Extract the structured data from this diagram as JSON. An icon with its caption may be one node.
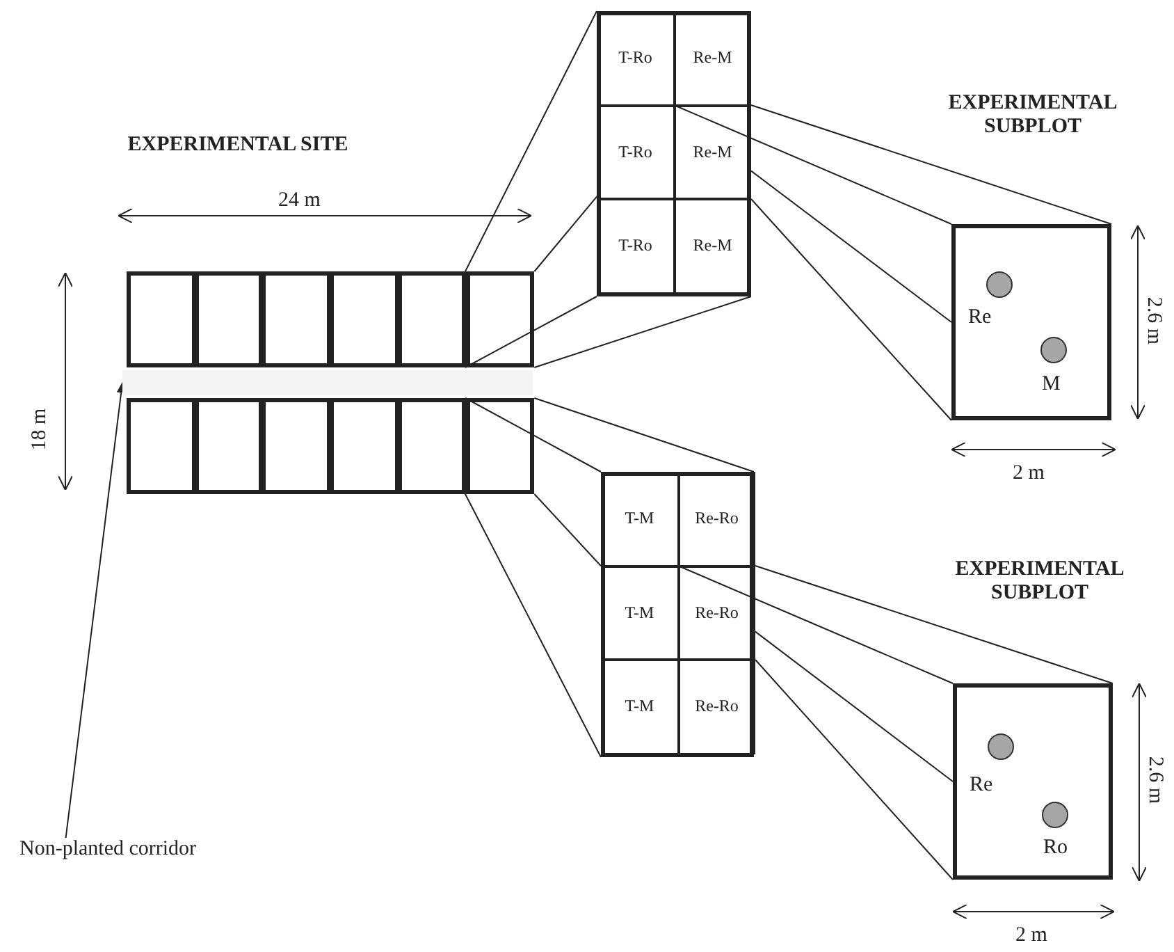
{
  "diagram": {
    "nodes": [
      {
        "text": [],
        "shape": "box"
      },
      {
        "text": [],
        "shape": "box"
      },
      {
        "text": [],
        "shape": "box"
      },
      {
        "text": [],
        "shape": "box"
      },
      {
        "text": [],
        "shape": "box"
      },
      {
        "text": [],
        "shape": "box"
      },
      {
        "text": [],
        "shape": "box"
      },
      {
        "text": [],
        "shape": "box"
      },
      {
        "text": [],
        "shape": "box"
      },
      {
        "text": [],
        "shape": "box"
      },
      {
        "text": [],
        "shape": "box"
      },
      {
        "text": [],
        "shape": "box"
      },
      {
        "text": [],
        "shape": "box"
      },
      {
        "text": [
          "T-Ro"
        ],
        "in": 12
      },
      {
        "text": [
          "Re-M"
        ],
        "in": 12
      },
      {
        "text": [
          "T-Ro"
        ],
        "in": 12
      },
      {
        "text": [
          "Re-M"
        ],
        "in": 12
      },
      {
        "text": [
          "T-Ro"
        ],
        "in": 12
      },
      {
        "text": [
          "Re-M"
        ],
        "in": 12
      },
      {
        "text": [],
        "shape": "box"
      },
      {
        "text": [],
        "shape": "circle",
        "in": 19,
        "beside": [
          "Re"
        ]
      },
      {
        "text": [],
        "shape": "circle",
        "in": 19,
        "beside": [
          "M"
        ]
      },
      {
        "text": [],
        "shape": "box"
      },
      {
        "text": [
          "T-M"
        ],
        "in": 22
      },
      {
        "text": [
          "Re-Ro"
        ],
        "in": 22
      },
      {
        "text": [
          "T-M"
        ],
        "in": 22
      },
      {
        "text": [
          "Re-Ro"
        ],
        "in": 22
      },
      {
        "text": [
          "T-M"
        ],
        "in": 22
      },
      {
        "text": [
          "Re-Ro"
        ],
        "in": 22
      },
      {
        "text": [],
        "shape": "box"
      },
      {
        "text": [],
        "shape": "circle",
        "in": 29,
        "beside": [
          "Re"
        ]
      },
      {
        "text": [],
        "shape": "circle",
        "in": 29,
        "beside": [
          "Ro"
        ]
      },
      {
        "text": [
          "Non-planted corridor"
        ]
      },
      {
        "text": [],
        "shape": "band"
      }
    ],
    "edges": [
      {
        "from": 5,
        "to": 12,
        "arrow": "none"
      },
      {
        "from": 5,
        "to": 12,
        "arrow": "none"
      },
      {
        "from": 5,
        "to": 12,
        "arrow": "none"
      },
      {
        "from": 5,
        "to": 12,
        "arrow": "none"
      },
      {
        "from": 16,
        "to": 19,
        "arrow": "none"
      },
      {
        "from": 16,
        "to": 19,
        "arrow": "none"
      },
      {
        "from": 16,
        "to": 19,
        "arrow": "none"
      },
      {
        "from": 16,
        "to": 19,
        "arrow": "none"
      },
      {
        "from": 11,
        "to": 22,
        "arrow": "none"
      },
      {
        "from": 11,
        "to": 22,
        "arrow": "none"
      },
      {
        "from": 11,
        "to": 22,
        "arrow": "none"
      },
      {
        "from": 11,
        "to": 22,
        "arrow": "none"
      },
      {
        "from": 26,
        "to": 29,
        "arrow": "none"
      },
      {
        "from": 26,
        "to": 29,
        "arrow": "none"
      },
      {
        "from": 26,
        "to": 29,
        "arrow": "none"
      },
      {
        "from": 26,
        "to": 29,
        "arrow": "none"
      },
      {
        "from": 32,
        "to": 33,
        "arrow": "to"
      }
    ],
    "labels": [
      "EXPERIMENTAL SITE",
      "EXPERIMENTAL SUBPLOT",
      "24 m",
      "2.6 m",
      "18 m",
      "2 m",
      "EXPERIMENTAL SUBPLOT",
      "2.6 m",
      "2 m"
    ]
  }
}
